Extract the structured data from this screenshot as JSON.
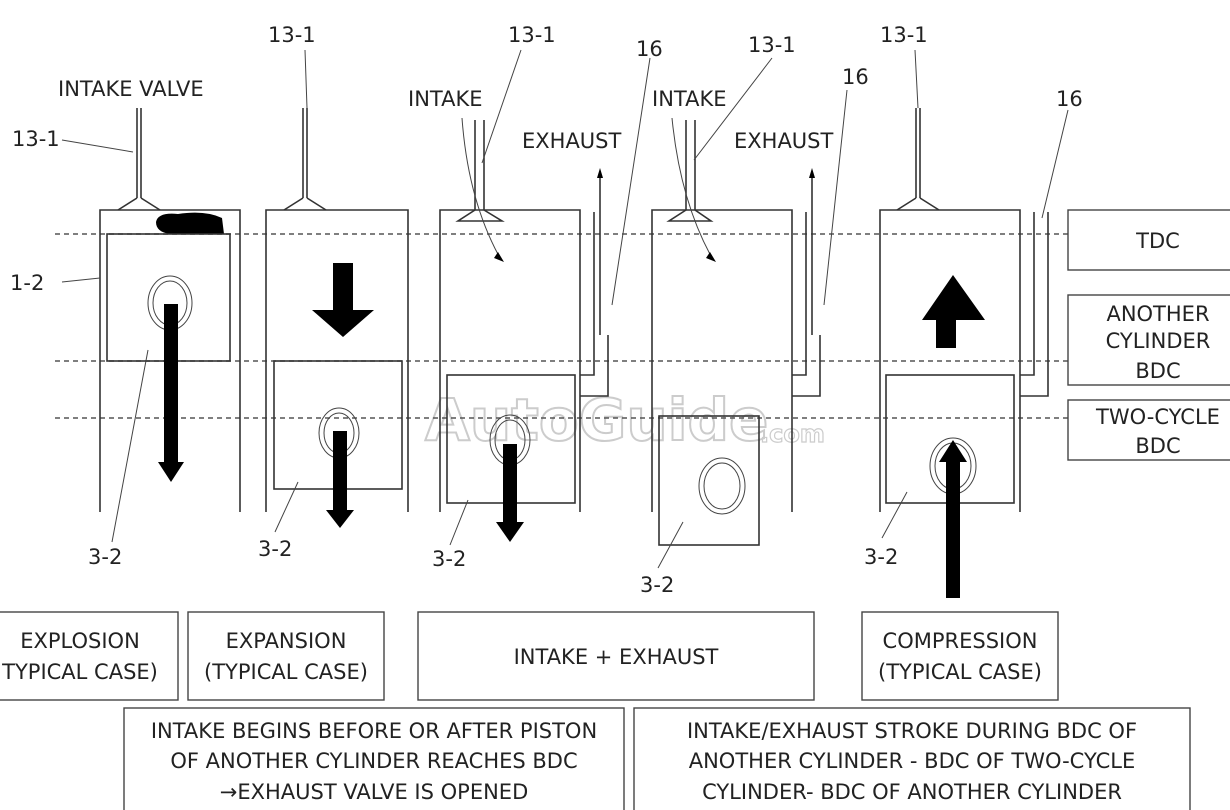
{
  "labels": {
    "intake_valve": "INTAKE VALVE",
    "ref_13_1": "13-1",
    "ref_16": "16",
    "ref_1_2": "1-2",
    "ref_3_2": "3-2",
    "intake": "INTAKE",
    "exhaust": "EXHAUST"
  },
  "side_boxes": {
    "tdc": "TDC",
    "another_bdc": [
      "ANOTHER",
      "CYLINDER",
      "BDC"
    ],
    "two_cycle_bdc": [
      "TWO-CYCLE",
      "BDC"
    ]
  },
  "stroke_boxes": {
    "explosion": [
      "EXPLOSION",
      "TYPICAL CASE)"
    ],
    "expansion": [
      "EXPANSION",
      "(TYPICAL CASE)"
    ],
    "intake_exhaust": "INTAKE + EXHAUST",
    "compression": [
      "COMPRESSION",
      "(TYPICAL CASE)"
    ]
  },
  "notes": {
    "left": [
      "INTAKE BEGINS BEFORE OR AFTER PISTON",
      "OF ANOTHER CYLINDER REACHES BDC",
      "→EXHAUST VALVE IS OPENED"
    ],
    "right": [
      "INTAKE/EXHAUST STROKE DURING BDC OF",
      "ANOTHER CYLINDER - BDC OF TWO-CYCLE",
      "CYLINDER- BDC OF ANOTHER CYLINDER"
    ]
  },
  "watermark": {
    "brand": "AutoGuide",
    "suffix": ".com"
  }
}
